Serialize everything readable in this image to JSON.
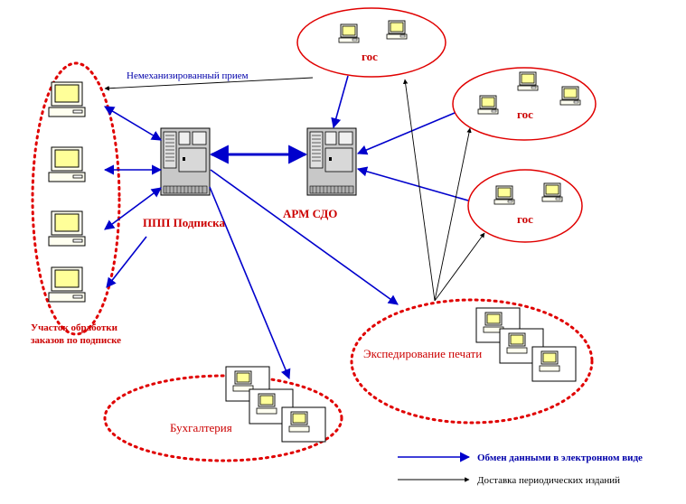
{
  "diagram": {
    "nodes": {
      "ppp_label": "ППП Подписка",
      "arm_label": "АРМ СДО",
      "gos_top_label": "гос",
      "gos_right_label": "гос",
      "gos_mid_label": "гос",
      "order_area_label_line1": "Участок обработки",
      "order_area_label_line2": "заказов по подписке",
      "accounting_label": "Бухгалтерия",
      "dispatch_label": "Экспедирование печати"
    },
    "edges": {
      "manual_intake_label": "Немеханизированный прием"
    },
    "legend": {
      "electronic_label": "Обмен данными в электронном виде",
      "delivery_label": "Доставка периодических изданий"
    }
  },
  "colors": {
    "ellipse_red": "#e00000",
    "text_red": "#cc0000",
    "arrow_blue": "#0000cc",
    "text_blue": "#0000aa",
    "arrow_black": "#000000",
    "monitor_screen": "#ffff99",
    "server_gray": "#c0c0c0"
  }
}
